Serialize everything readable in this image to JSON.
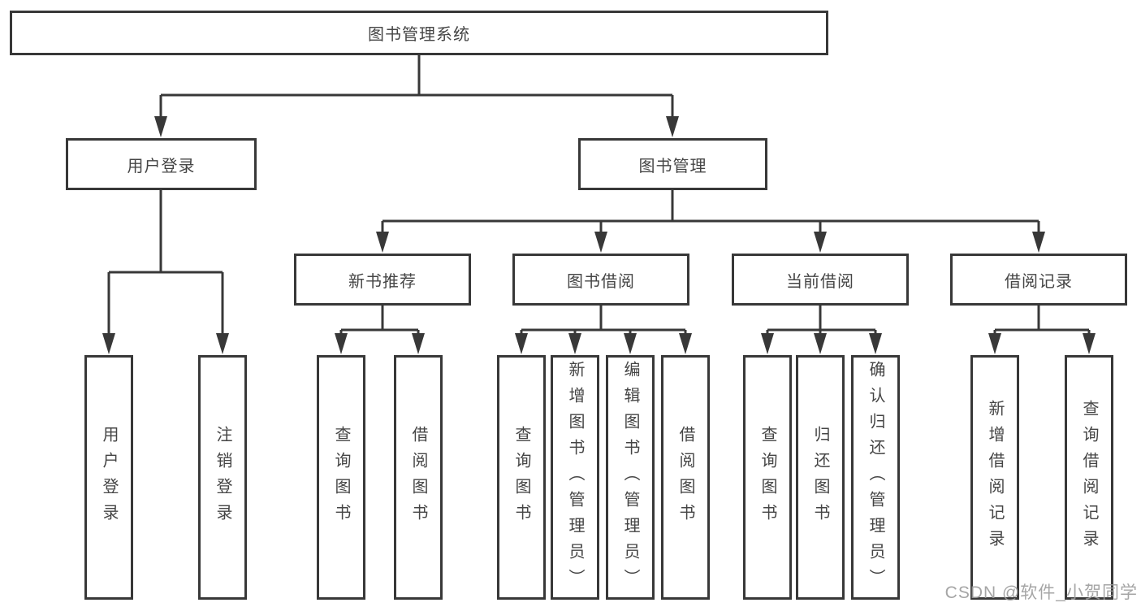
{
  "diagram": {
    "root": "图书管理系统",
    "level1": {
      "user_login": "用户登录",
      "book_mgmt": "图书管理"
    },
    "level2": {
      "new_books": "新书推荐",
      "book_borrow": "图书借阅",
      "current_borrow": "当前借阅",
      "borrow_records": "借阅记录"
    },
    "leaves": {
      "user_login": [
        "用户登录",
        "注销登录"
      ],
      "new_books": [
        "查询图书",
        "借阅图书"
      ],
      "book_borrow": [
        "查询图书",
        "新增图书（管理员）",
        "编辑图书（管理员）",
        "借阅图书"
      ],
      "current_borrow": [
        "查询图书",
        "归还图书",
        "确认归还（管理员）"
      ],
      "borrow_records": [
        "新增借阅记录",
        "查询借阅记录"
      ]
    }
  },
  "watermark": "CSDN @软件_小贺同学",
  "colors": {
    "line": "#383838",
    "text": "#454545",
    "watermark": "#9b9b9b",
    "background": "#ffffff"
  }
}
